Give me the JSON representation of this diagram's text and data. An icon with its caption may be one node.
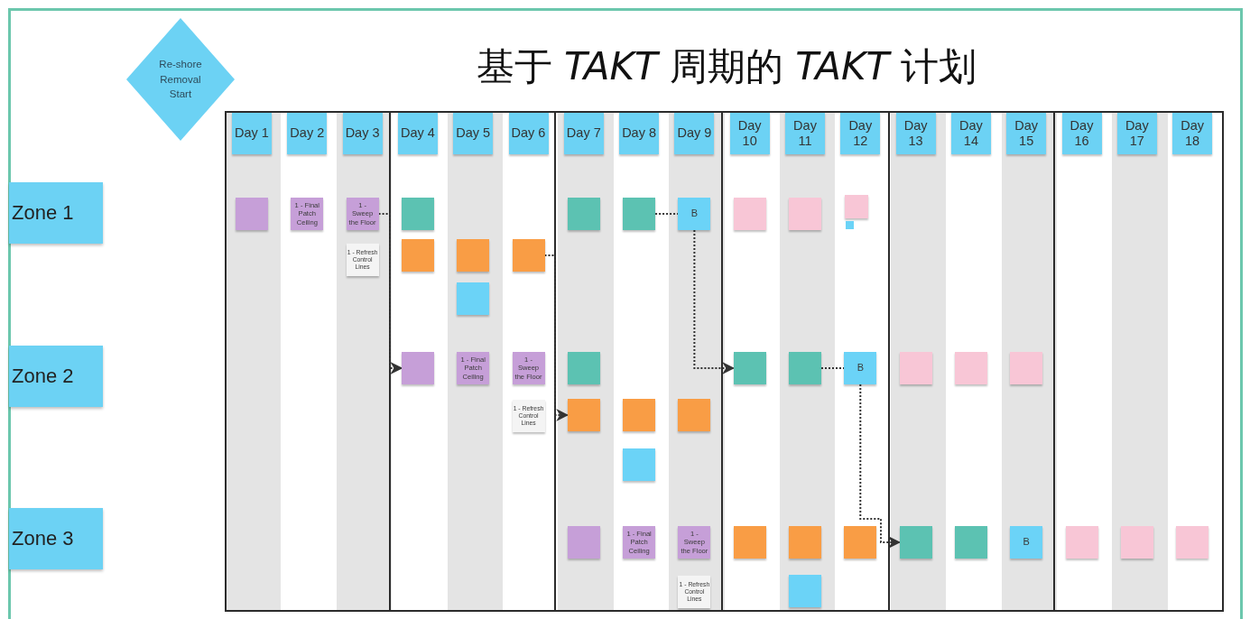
{
  "diagram": {
    "title": "基于 *TAKT* 周期的 *TAKT* 计划",
    "nodes": [
      {
        "text": [
          "Re-shore Removal Start"
        ]
      },
      {
        "text": [
          "Day 1"
        ]
      },
      {
        "text": [
          "Day 2"
        ]
      },
      {
        "text": [
          "Day 3"
        ]
      },
      {
        "text": [
          "Day 4"
        ]
      },
      {
        "text": [
          "Day 5"
        ]
      },
      {
        "text": [
          "Day 6"
        ]
      },
      {
        "text": [
          "Day 7"
        ]
      },
      {
        "text": [
          "Day 8"
        ]
      },
      {
        "text": [
          "Day 9"
        ]
      },
      {
        "text": [
          "Day 10"
        ]
      },
      {
        "text": [
          "Day 11"
        ]
      },
      {
        "text": [
          "Day 12"
        ]
      },
      {
        "text": [
          "Day 13"
        ]
      },
      {
        "text": [
          "Day 14"
        ]
      },
      {
        "text": [
          "Day 15"
        ]
      },
      {
        "text": [
          "Day 16"
        ]
      },
      {
        "text": [
          "Day 17"
        ]
      },
      {
        "text": [
          "Day 18"
        ]
      },
      {
        "text": [
          "Zone 1"
        ]
      },
      {
        "text": [],
        "shape": "box"
      },
      {
        "text": [
          "1 - Final Patch Ceiling"
        ]
      },
      {
        "text": [
          "1 - Sweep the Floor"
        ]
      },
      {
        "text": [],
        "shape": "box"
      },
      {
        "text": [],
        "shape": "box"
      },
      {
        "text": [],
        "shape": "box"
      },
      {
        "text": [
          "B"
        ]
      },
      {
        "text": [],
        "shape": "box"
      },
      {
        "text": [],
        "shape": "box"
      },
      {
        "text": [],
        "shape": "box"
      },
      {
        "text": [],
        "shape": "box"
      },
      {
        "text": [
          "1 - Refresh Control Lines"
        ]
      },
      {
        "text": [],
        "shape": "box"
      },
      {
        "text": [],
        "shape": "box"
      },
      {
        "text": [],
        "shape": "box"
      },
      {
        "text": [],
        "shape": "box"
      },
      {
        "text": [
          "Zone 2"
        ]
      },
      {
        "text": [],
        "shape": "box"
      },
      {
        "text": [
          "1 - Final Patch Ceiling"
        ]
      },
      {
        "text": [
          "1 - Sweep the Floor"
        ]
      },
      {
        "text": [],
        "shape": "box"
      },
      {
        "text": [],
        "shape": "box"
      },
      {
        "text": [],
        "shape": "box"
      },
      {
        "text": [
          "B"
        ]
      },
      {
        "text": [],
        "shape": "box"
      },
      {
        "text": [],
        "shape": "box"
      },
      {
        "text": [],
        "shape": "box"
      },
      {
        "text": [
          "1 - Refresh Control Lines"
        ]
      },
      {
        "text": [],
        "shape": "box"
      },
      {
        "text": [],
        "shape": "box"
      },
      {
        "text": [],
        "shape": "box"
      },
      {
        "text": [],
        "shape": "box"
      },
      {
        "text": [
          "Zone 3"
        ]
      },
      {
        "text": [],
        "shape": "box"
      },
      {
        "text": [
          "1 - Final Patch Ceiling"
        ]
      },
      {
        "text": [
          "1 - Sweep the Floor"
        ]
      },
      {
        "text": [],
        "shape": "box"
      },
      {
        "text": [],
        "shape": "box"
      },
      {
        "text": [],
        "shape": "box"
      },
      {
        "text": [],
        "shape": "box"
      },
      {
        "text": [],
        "shape": "box"
      },
      {
        "text": [
          "B"
        ]
      },
      {
        "text": [],
        "shape": "box"
      },
      {
        "text": [],
        "shape": "box"
      },
      {
        "text": [],
        "shape": "box"
      },
      {
        "text": [
          "1 - Refresh Control Lines"
        ]
      },
      {
        "text": [],
        "shape": "box"
      }
    ],
    "edges": [
      {
        "from": 22,
        "to": 37,
        "arrow": "to",
        "style": "dashed"
      },
      {
        "from": 34,
        "to": 48,
        "arrow": "to",
        "style": "dashed"
      },
      {
        "from": 25,
        "to": 26,
        "arrow": "none",
        "style": "dashed"
      },
      {
        "from": 26,
        "to": 41,
        "arrow": "to",
        "style": "dashed"
      },
      {
        "from": 42,
        "to": 43,
        "arrow": "none",
        "style": "dashed"
      },
      {
        "from": 43,
        "to": 59,
        "arrow": "to",
        "style": "dashed"
      }
    ]
  }
}
